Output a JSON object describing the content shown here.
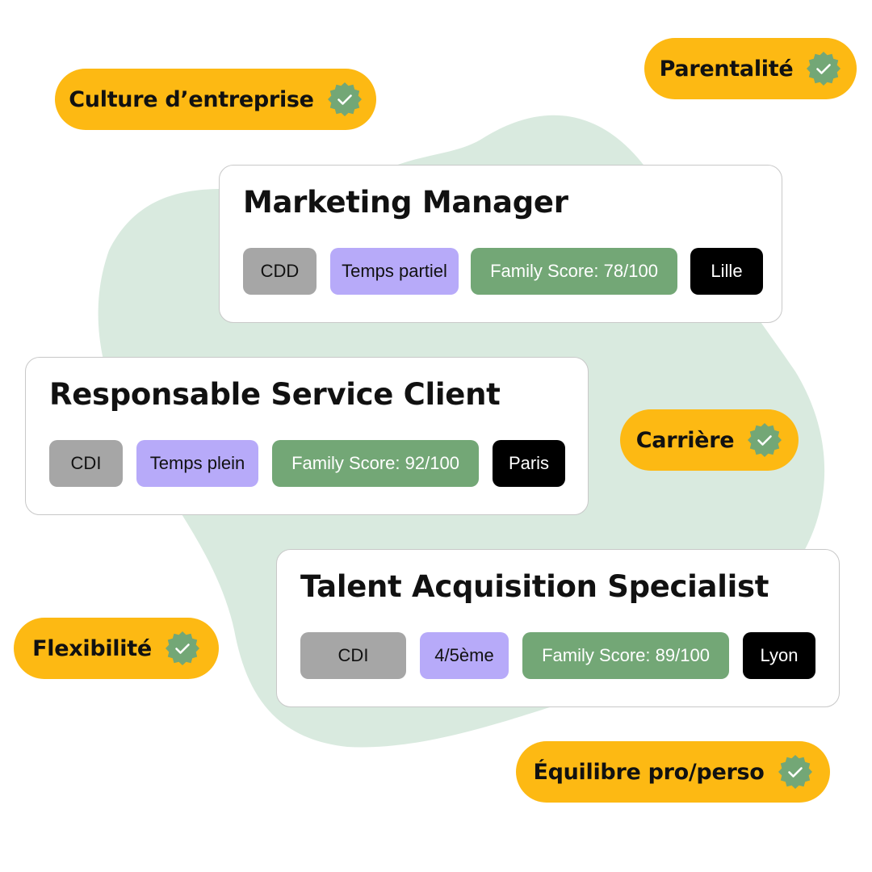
{
  "colors": {
    "blob": "#d9eadf",
    "pill": "#fdb913",
    "check_badge": "#73a776",
    "contract_tag": "#a6a6a6",
    "time_tag": "#b7aaf9",
    "score_tag": "#73a776",
    "city_tag": "#000000"
  },
  "pills": {
    "culture": {
      "label": "Culture d’entreprise",
      "icon": "check-badge-icon"
    },
    "parentalite": {
      "label": "Parentalité",
      "icon": "check-badge-icon"
    },
    "carriere": {
      "label": "Carrière",
      "icon": "check-badge-icon"
    },
    "flexibilite": {
      "label": "Flexibilité",
      "icon": "check-badge-icon"
    },
    "equilibre": {
      "label": "Équilibre pro/perso",
      "icon": "check-badge-icon"
    }
  },
  "jobs": [
    {
      "title": "Marketing Manager",
      "contract": "CDD",
      "time": "Temps partiel",
      "score": "Family Score: 78/100",
      "city": "Lille"
    },
    {
      "title": "Responsable Service Client",
      "contract": "CDI",
      "time": "Temps plein",
      "score": "Family Score: 92/100",
      "city": "Paris"
    },
    {
      "title": "Talent Acquisition Specialist",
      "contract": "CDI",
      "time": "4/5ème",
      "score": "Family Score: 89/100",
      "city": "Lyon"
    }
  ]
}
